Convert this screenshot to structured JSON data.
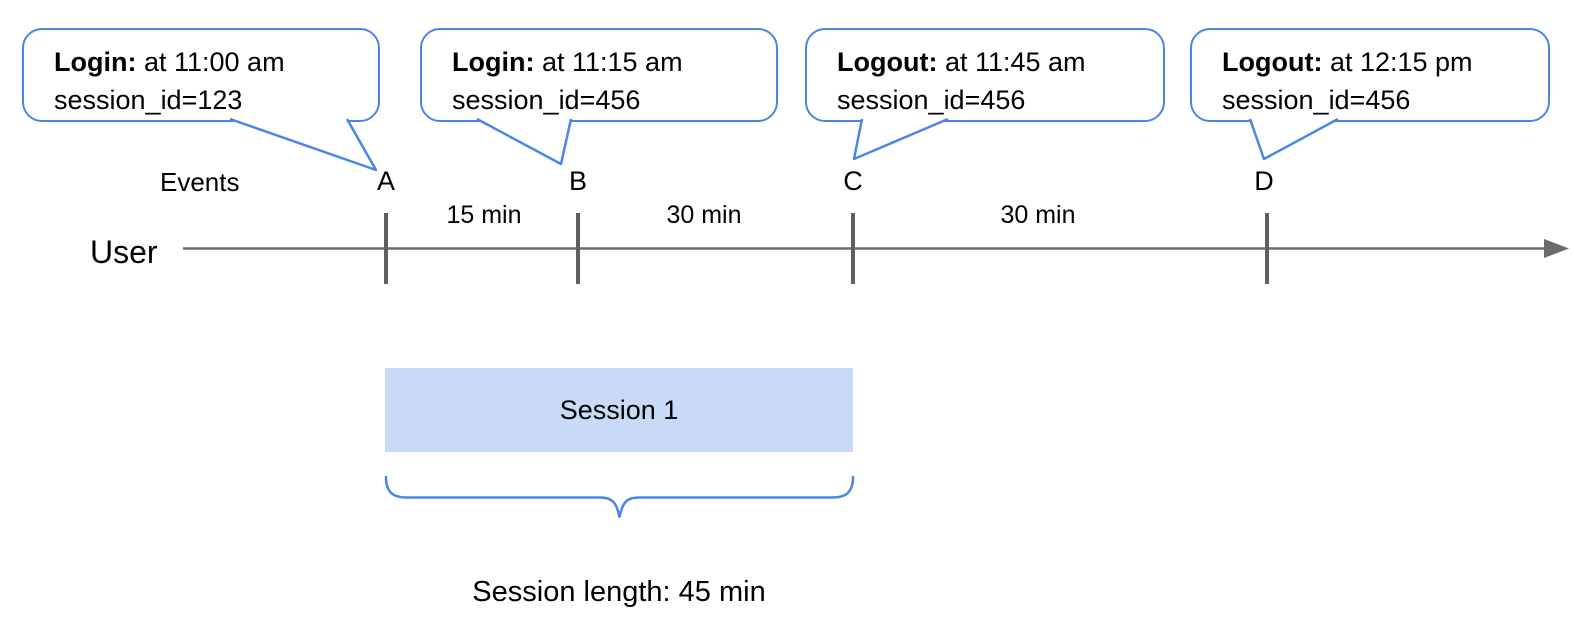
{
  "colors": {
    "accent_blue": "#4a86e8",
    "session_fill": "#c9daf8",
    "timeline_gray": "#6b6b6b",
    "tick_gray": "#5f5f5f"
  },
  "callouts": [
    {
      "event": "A",
      "title": "Login:",
      "detail": " at 11:00 am",
      "line2": "session_id=123"
    },
    {
      "event": "B",
      "title": "Login:",
      "detail": " at 11:15 am",
      "line2": "session_id=456"
    },
    {
      "event": "C",
      "title": "Logout:",
      "detail": " at 11:45 am",
      "line2": "session_id=456"
    },
    {
      "event": "D",
      "title": "Logout:",
      "detail": " at 12:15 pm",
      "line2": "session_id=456"
    }
  ],
  "timeline": {
    "axis_label": "Events",
    "actor_label": "User",
    "markers": [
      {
        "label": "A"
      },
      {
        "label": "B"
      },
      {
        "label": "C"
      },
      {
        "label": "D"
      }
    ],
    "intervals": [
      {
        "label": "15 min"
      },
      {
        "label": "30 min"
      },
      {
        "label": "30 min"
      }
    ]
  },
  "session": {
    "label": "Session 1",
    "length_label": "Session length: 45 min"
  }
}
